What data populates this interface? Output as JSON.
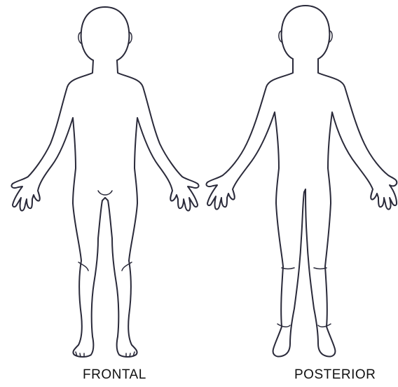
{
  "diagram": {
    "views": [
      {
        "id": "frontal",
        "label": "FRONTAL"
      },
      {
        "id": "posterior",
        "label": "POSTERIOR"
      }
    ],
    "line_color": "#2a2a3a",
    "background": "#ffffff"
  }
}
